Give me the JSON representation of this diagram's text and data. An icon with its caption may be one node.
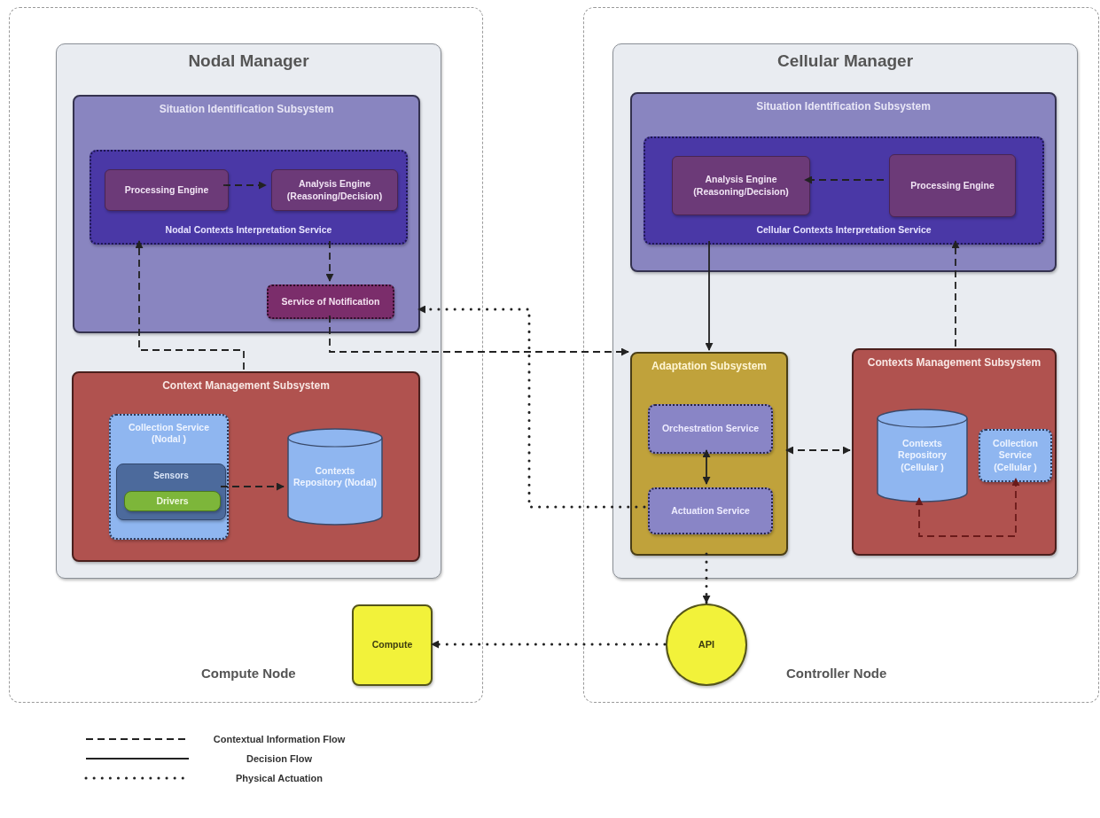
{
  "diagram": {
    "nodes": [
      {
        "text": [
          "Compute Node"
        ]
      },
      {
        "text": [
          "Nodal Manager"
        ],
        "in": 0
      },
      {
        "text": [
          "Situation Identification Subsystem"
        ],
        "in": 1
      },
      {
        "text": [
          "Nodal Contexts Interpretation Service"
        ],
        "in": 2
      },
      {
        "text": [
          "Processing Engine"
        ],
        "in": 3
      },
      {
        "text": [
          "Analysis Engine (Reasoning/Decision)"
        ],
        "in": 3
      },
      {
        "text": [
          "Service of Notification"
        ],
        "in": 2
      },
      {
        "text": [
          "Context Management Subsystem"
        ],
        "in": 1
      },
      {
        "text": [
          "Collection Service (Nodal )"
        ],
        "in": 7
      },
      {
        "text": [
          "Sensors"
        ],
        "in": 8
      },
      {
        "text": [
          "Drivers"
        ],
        "in": 9
      },
      {
        "text": [
          "Contexts Repository (Nodal)"
        ],
        "in": 7
      },
      {
        "text": [
          "Compute"
        ],
        "in": 0
      },
      {
        "text": [
          "Controller Node"
        ]
      },
      {
        "text": [
          "Cellular Manager"
        ],
        "in": 13
      },
      {
        "text": [
          "Situation Identification Subsystem"
        ],
        "in": 14
      },
      {
        "text": [
          "Cellular Contexts Interpretation Service"
        ],
        "in": 15
      },
      {
        "text": [
          "Analysis Engine (Reasoning/Decision)"
        ],
        "in": 16
      },
      {
        "text": [
          "Processing Engine"
        ],
        "in": 16
      },
      {
        "text": [
          "Adaptation Subsystem"
        ],
        "in": 14
      },
      {
        "text": [
          "Orchestration Service"
        ],
        "in": 19
      },
      {
        "text": [
          "Actuation Service"
        ],
        "in": 19
      },
      {
        "text": [
          "Contexts Management Subsystem"
        ],
        "in": 14
      },
      {
        "text": [
          "Contexts Repository (Cellular )"
        ],
        "in": 22
      },
      {
        "text": [
          "Collection Service (Cellular )"
        ],
        "in": 22
      },
      {
        "text": [
          "API"
        ],
        "in": 13
      }
    ],
    "edges": [
      {
        "from": 4,
        "to": 5,
        "arrow": "to",
        "style": "dashed"
      },
      {
        "from": 3,
        "to": 6,
        "arrow": "to",
        "style": "dashed"
      },
      {
        "from": 7,
        "to": 3,
        "arrow": "to",
        "style": "dashed"
      },
      {
        "from": 9,
        "to": 11,
        "arrow": "to",
        "style": "dashed"
      },
      {
        "from": 6,
        "to": 19,
        "arrow": "to",
        "style": "dashed"
      },
      {
        "from": 21,
        "to": 2,
        "arrow": "to",
        "style": "dashed"
      },
      {
        "from": 16,
        "to": 19,
        "arrow": "to"
      },
      {
        "from": 22,
        "to": 16,
        "arrow": "to",
        "style": "dashed"
      },
      {
        "from": 18,
        "to": 17,
        "arrow": "to",
        "style": "dashed"
      },
      {
        "from": 20,
        "to": 21,
        "arrow": "both"
      },
      {
        "from": 19,
        "to": 22,
        "arrow": "both",
        "style": "dashed"
      },
      {
        "from": 23,
        "to": 24,
        "arrow": "both",
        "style": "dashed",
        "color": "#6b1a1a"
      },
      {
        "from": 19,
        "to": 25,
        "arrow": "to",
        "style": "dashed"
      },
      {
        "from": 25,
        "to": 12,
        "arrow": "to",
        "style": "dashed"
      }
    ],
    "legend": [
      {
        "text": "Contextual Information Flow"
      },
      {
        "text": "Decision Flow"
      },
      {
        "text": "Physical Actuation"
      }
    ]
  }
}
